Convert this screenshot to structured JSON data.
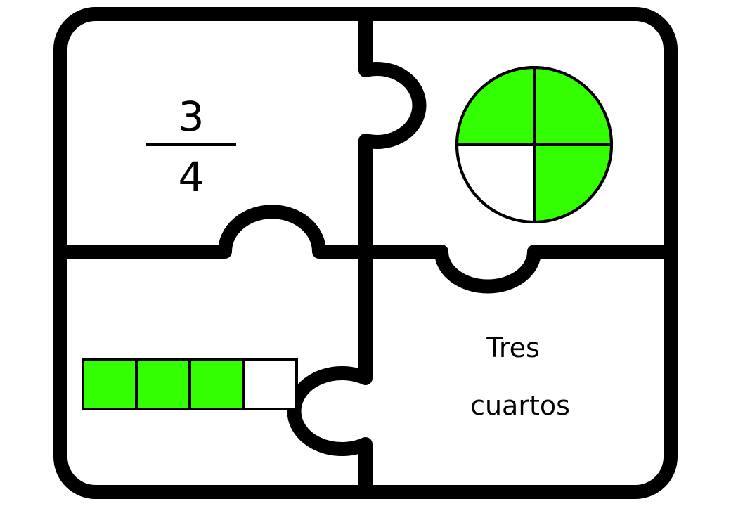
{
  "fraction": {
    "numerator": "3",
    "denominator": "4"
  },
  "words": {
    "line1": "Tres",
    "line2": "cuartos"
  },
  "fill_color": "#33ff00",
  "empty_color": "#ffffff",
  "line_color": "#000000",
  "circle_model": {
    "parts": 4,
    "shaded": 3
  },
  "bar_model": {
    "parts": 4,
    "shaded": 3
  }
}
